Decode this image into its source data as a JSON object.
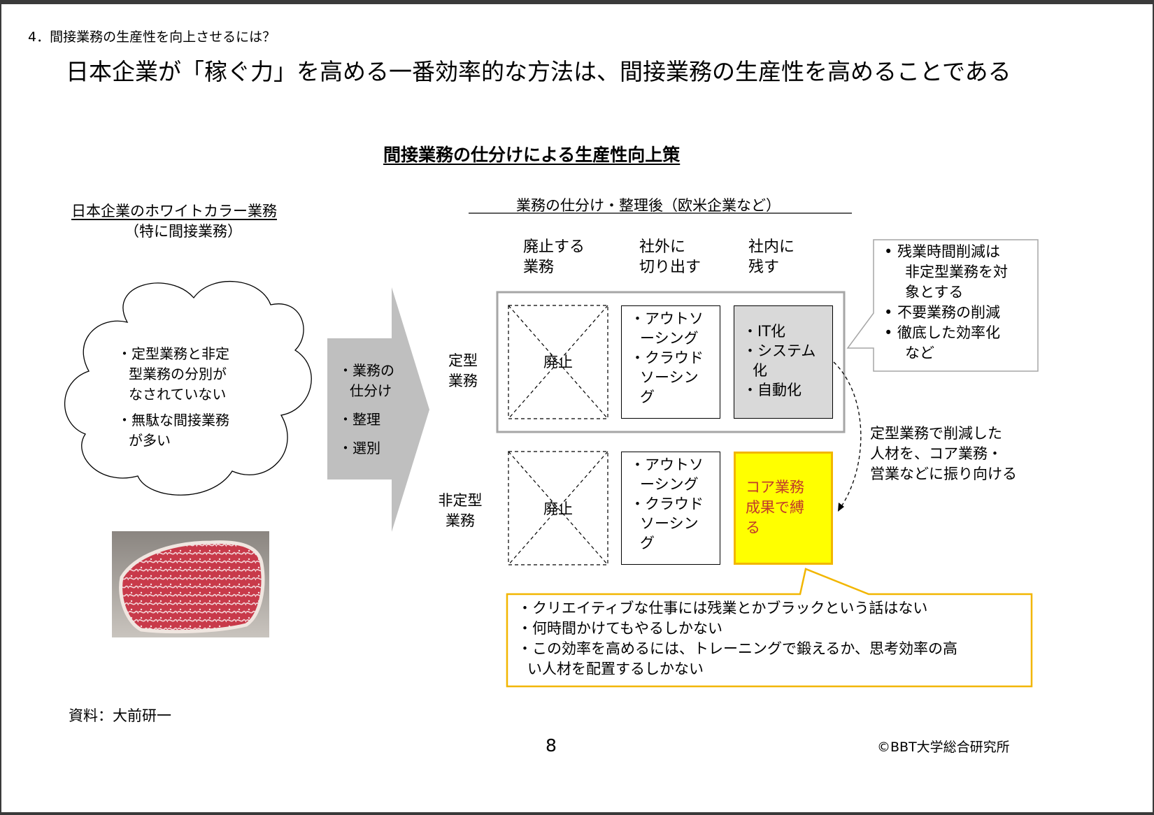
{
  "header": {
    "section": "4．間接業務の生産性を向上させるには？",
    "headline": "日本企業が「稼ぐ力」を高める一番効率的な方法は、間接業務の生産性を高めることである"
  },
  "diagram_title": "間接業務の仕分けによる生産性向上策",
  "left": {
    "title": "日本企業のホワイトカラー業務",
    "subtitle": "（特に間接業務）",
    "cloud_bullets": [
      "・定型業務と非定",
      "型業務の分別が",
      "なされていない",
      "・無駄な間接業務",
      "が多い"
    ],
    "image_alt": "marbled-beef-photo"
  },
  "arrow": {
    "items": [
      "・業務の",
      "仕分け",
      "・整理",
      "・選別"
    ]
  },
  "right": {
    "title": "業務の仕分け・整理後（欧米企業など）",
    "col_headers": [
      [
        "廃止する",
        "業務"
      ],
      [
        "社外に",
        "切り出す"
      ],
      [
        "社内に",
        "残す"
      ]
    ],
    "row_labels": [
      [
        "定型",
        "業務"
      ],
      [
        "非定型",
        "業務"
      ]
    ],
    "abolish_label": "廃止",
    "outsource_lines": [
      "・アウトソ",
      "ーシング",
      "・クラウド",
      "ソーシン",
      "グ"
    ],
    "it_lines": [
      "・IT化",
      "・システム",
      "化",
      "・自動化"
    ],
    "core_lines": [
      "コア業務",
      "成果で縛",
      "る"
    ],
    "callout_top": [
      "•  残業時間削減は",
      "非定型業務を対",
      "象とする",
      "•  不要業務の削減",
      "•  徹底した効率化",
      "など"
    ],
    "shift_note": [
      "定型業務で削減した",
      "人材を、コア業務・",
      "営業などに振り向ける"
    ],
    "callout_bottom": [
      "・クリエイティブな仕事には残業とかブラックという話はない",
      "・何時間かけてもやるしかない",
      "・この効率を高めるには、トレーニングで鍛えるか、思考効率の高",
      "い人材を配置するしかない"
    ]
  },
  "footer": {
    "source": "資料：大前研一",
    "page": "8",
    "copyright": "©BBT大学総合研究所"
  },
  "colors": {
    "grey_arrow": "#bfbfbf",
    "it_fill": "#d9d9d9",
    "core_fill": "#ffff00",
    "core_border": "#f2b600",
    "callout_border": "#f2b600"
  }
}
